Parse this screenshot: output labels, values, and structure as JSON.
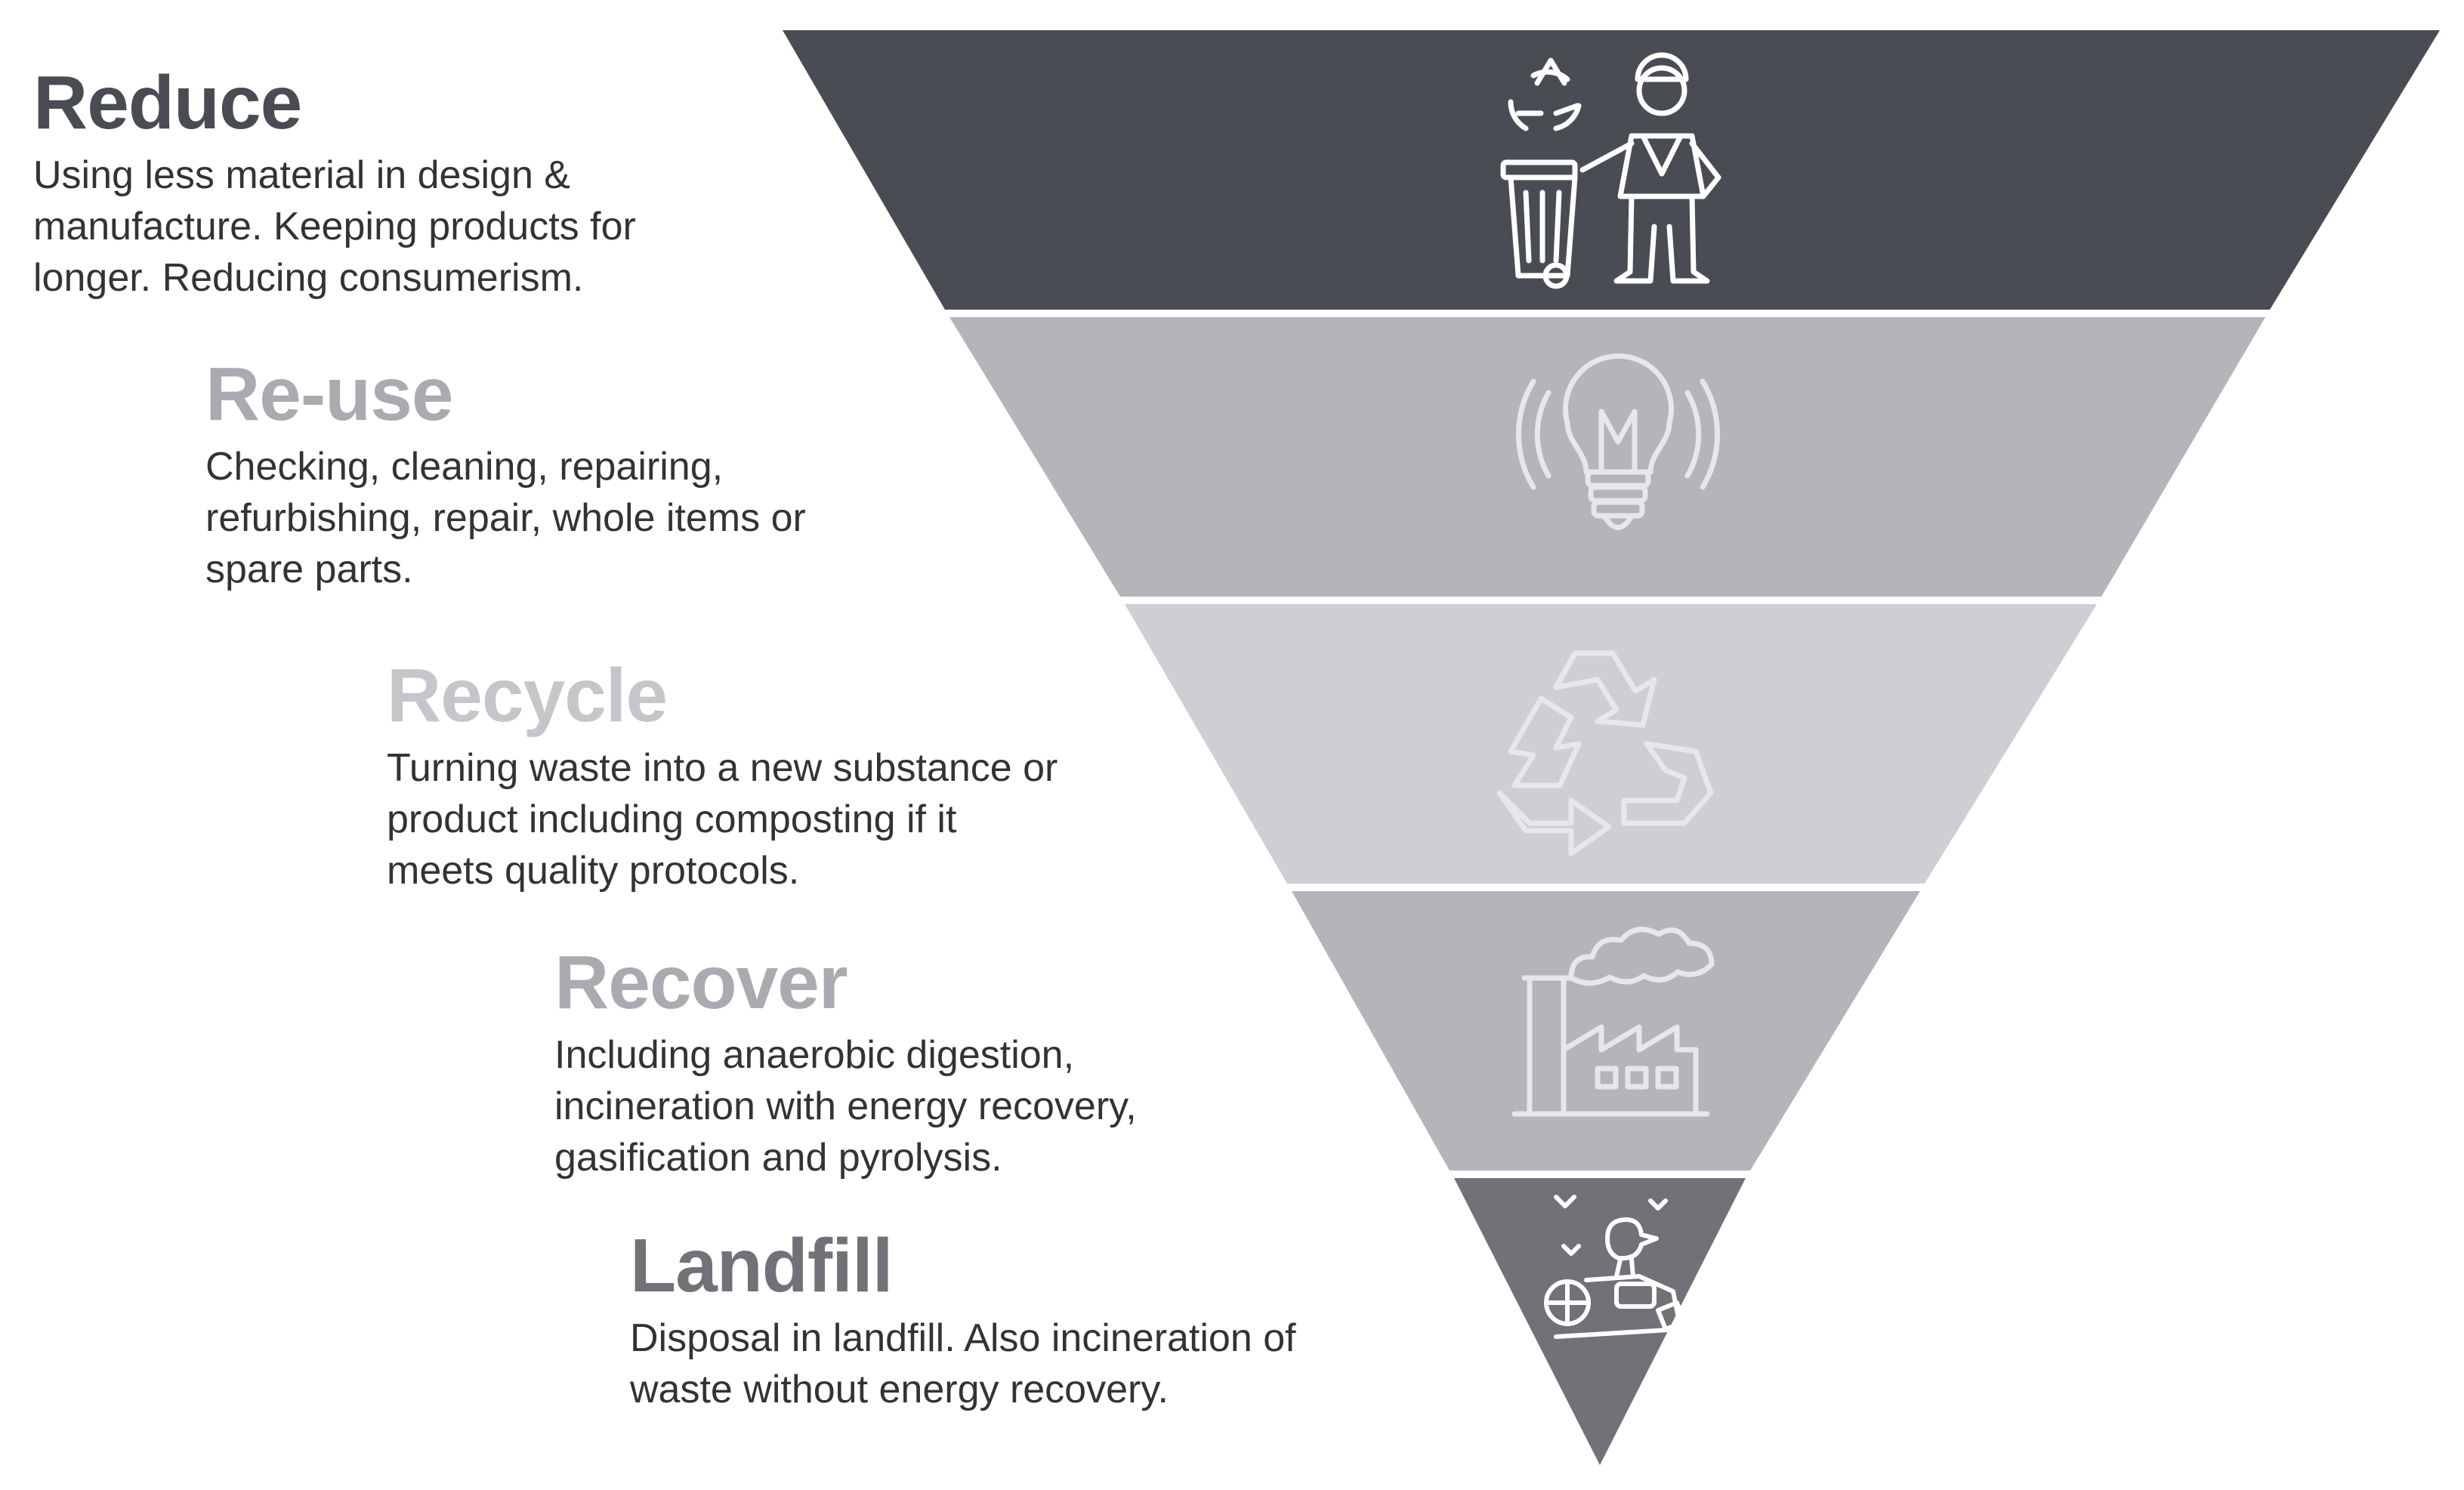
{
  "colors": {
    "reduce": "#4a4c53",
    "reuse": "#b3b5ba",
    "recycle": "#cdcfd2",
    "recover": "#b3b5ba",
    "landfill": "#707278",
    "icon_dark_band": "#ffffff",
    "icon_light_band": "#e6e7e9"
  },
  "levels": [
    {
      "key": "reduce",
      "title": "Reduce",
      "description": "Using less material in design &\nmanufacture. Keeping products for\nlonger. Reducing consumerism.",
      "icon": "recycling-bin-worker-icon"
    },
    {
      "key": "reuse",
      "title": "Re-use",
      "description": "Checking, cleaning, repairing,\nrefurbishing, repair, whole items or\nspare parts.",
      "icon": "light-bulb-icon"
    },
    {
      "key": "recycle",
      "title": "Recycle",
      "description": "Turning waste into a new substance or\nproduct including composting if it\nmeets quality protocols.",
      "icon": "recycle-arrows-icon"
    },
    {
      "key": "recover",
      "title": "Recover",
      "description": "Including anaerobic digestion,\nincineration with energy recovery,\ngasification and pyrolysis.",
      "icon": "factory-smoke-icon"
    },
    {
      "key": "landfill",
      "title": "Landfill",
      "description": "Disposal in landfill. Also incineration of\nwaste without energy recovery.",
      "icon": "waste-pile-bird-icon"
    }
  ]
}
